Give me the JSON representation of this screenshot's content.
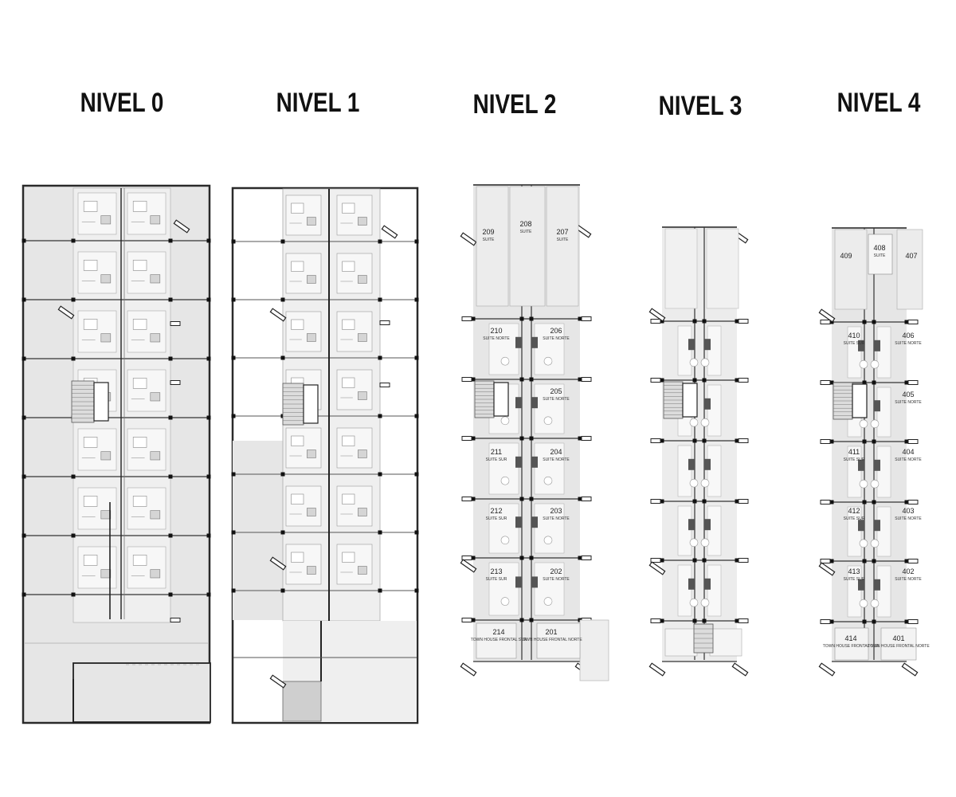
{
  "levels": [
    {
      "title": "NIVEL 0",
      "rooms": []
    },
    {
      "title": "NIVEL 1",
      "rooms": []
    },
    {
      "title": "NIVEL 2",
      "rooms": [
        {
          "number": "209",
          "sub": "SUITE"
        },
        {
          "number": "208",
          "sub": "SUITE"
        },
        {
          "number": "207",
          "sub": "SUITE"
        },
        {
          "number": "210",
          "sub": "SUITE NORTE"
        },
        {
          "number": "206",
          "sub": "SUITE NORTE"
        },
        {
          "number": "205",
          "sub": "SUITE NORTE"
        },
        {
          "number": "211",
          "sub": "SUITE SUR"
        },
        {
          "number": "204",
          "sub": "SUITE NORTE"
        },
        {
          "number": "212",
          "sub": "SUITE SUR"
        },
        {
          "number": "203",
          "sub": "SUITE NORTE"
        },
        {
          "number": "213",
          "sub": "SUITE SUR"
        },
        {
          "number": "202",
          "sub": "SUITE NORTE"
        },
        {
          "number": "214",
          "sub": "TOWN HOUSE FRONTAL SUR"
        },
        {
          "number": "201",
          "sub": "TOWN HOUSE FRONTAL NORTE"
        }
      ]
    },
    {
      "title": "NIVEL 3",
      "rooms": []
    },
    {
      "title": "NIVEL 4",
      "rooms": [
        {
          "number": "409",
          "sub": ""
        },
        {
          "number": "408",
          "sub": "SUITE"
        },
        {
          "number": "407",
          "sub": ""
        },
        {
          "number": "410",
          "sub": "SUITE SUR"
        },
        {
          "number": "406",
          "sub": "SUITE NORTE"
        },
        {
          "number": "405",
          "sub": "SUITE NORTE"
        },
        {
          "number": "411",
          "sub": "SUITE SUR"
        },
        {
          "number": "404",
          "sub": "SUITE NORTE"
        },
        {
          "number": "412",
          "sub": "SUITE SUR"
        },
        {
          "number": "403",
          "sub": "SUITE NORTE"
        },
        {
          "number": "413",
          "sub": "SUITE SUR"
        },
        {
          "number": "402",
          "sub": "SUITE NORTE"
        },
        {
          "number": "414",
          "sub": "TOWN HOUSE FRONTAL SUR"
        },
        {
          "number": "401",
          "sub": "TOWN HOUSE FRONTAL NORTE"
        }
      ]
    }
  ],
  "colors": {
    "wall": "#2a2a2a",
    "fill": "#e6e6e6",
    "fill_light": "#efefef",
    "room": "#f7f7f7",
    "line": "#9a9a9a"
  }
}
